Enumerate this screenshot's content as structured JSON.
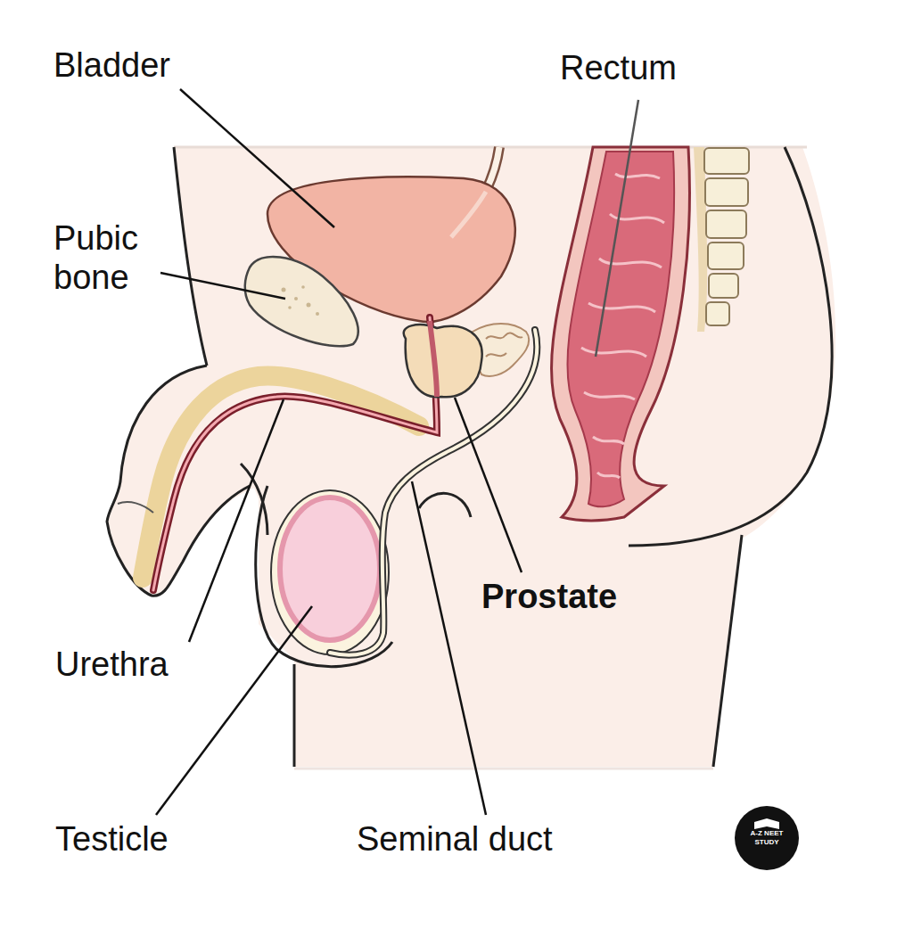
{
  "diagram": {
    "labels": [
      "Bladder",
      "Rectum",
      "Pubic bone",
      "Prostate",
      "Urethra",
      "Testicle",
      "Seminal duct",
      "A-Z NEET STUDY"
    ]
  }
}
